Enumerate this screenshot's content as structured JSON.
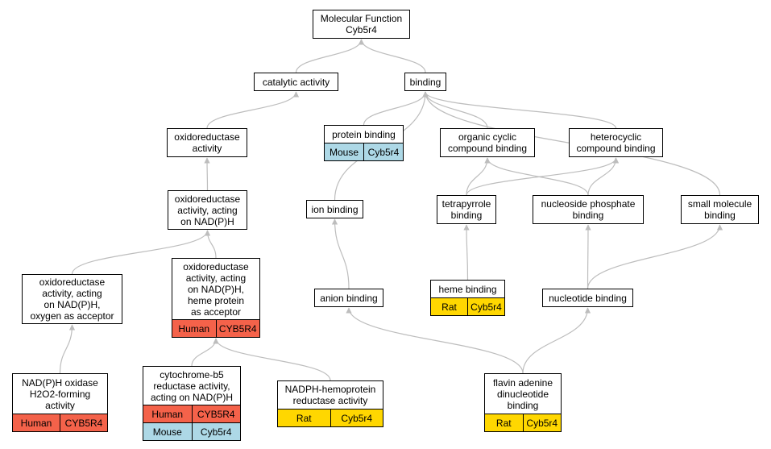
{
  "nodes": {
    "mf": {
      "label": "Molecular Function\nCyb5r4"
    },
    "catalytic": {
      "label": "catalytic activity"
    },
    "binding": {
      "label": "binding"
    },
    "oxidoreductase": {
      "label": "oxidoreductase\nactivity"
    },
    "protein_binding": {
      "label": "protein binding",
      "annotations": [
        {
          "species": "Mouse",
          "gene": "Cyb5r4",
          "color": "#add8e6"
        }
      ]
    },
    "organic_cyclic": {
      "label": "organic cyclic\ncompound binding"
    },
    "heterocyclic": {
      "label": "heterocyclic\ncompound binding"
    },
    "ox_nadph": {
      "label": "oxidoreductase\nactivity, acting\non NAD(P)H"
    },
    "ion_binding": {
      "label": "ion binding"
    },
    "tetrapyrrole": {
      "label": "tetrapyrrole\nbinding"
    },
    "nucleoside_phosphate": {
      "label": "nucleoside phosphate\nbinding"
    },
    "small_molecule": {
      "label": "small molecule\nbinding"
    },
    "ox_oxygen": {
      "label": "oxidoreductase\nactivity, acting\non NAD(P)H,\noxygen as acceptor"
    },
    "ox_heme": {
      "label": "oxidoreductase\nactivity, acting\non NAD(P)H,\nheme protein\nas acceptor",
      "annotations": [
        {
          "species": "Human",
          "gene": "CYB5R4",
          "color": "#f4624a"
        }
      ]
    },
    "anion_binding": {
      "label": "anion binding"
    },
    "heme_binding": {
      "label": "heme binding",
      "annotations": [
        {
          "species": "Rat",
          "gene": "Cyb5r4",
          "color": "#ffd700"
        }
      ]
    },
    "nucleotide_binding": {
      "label": "nucleotide binding"
    },
    "nadph_oxidase": {
      "label": "NAD(P)H oxidase\nH2O2-forming\nactivity",
      "annotations": [
        {
          "species": "Human",
          "gene": "CYB5R4",
          "color": "#f4624a"
        }
      ]
    },
    "cyt_b5": {
      "label": "cytochrome-b5\nreductase activity,\nacting on NAD(P)H",
      "annotations": [
        {
          "species": "Human",
          "gene": "CYB5R4",
          "color": "#f4624a"
        },
        {
          "species": "Mouse",
          "gene": "Cyb5r4",
          "color": "#add8e6"
        }
      ]
    },
    "nadph_hemoprotein": {
      "label": "NADPH-hemoprotein\nreductase activity",
      "annotations": [
        {
          "species": "Rat",
          "gene": "Cyb5r4",
          "color": "#ffd700"
        }
      ]
    },
    "fad_binding": {
      "label": "flavin adenine\ndinucleotide\nbinding",
      "annotations": [
        {
          "species": "Rat",
          "gene": "Cyb5r4",
          "color": "#ffd700"
        }
      ]
    }
  },
  "edges": [
    [
      "catalytic",
      "mf"
    ],
    [
      "binding",
      "mf"
    ],
    [
      "oxidoreductase",
      "catalytic"
    ],
    [
      "protein_binding",
      "binding"
    ],
    [
      "organic_cyclic",
      "binding"
    ],
    [
      "heterocyclic",
      "binding"
    ],
    [
      "ion_binding",
      "binding"
    ],
    [
      "small_molecule",
      "binding"
    ],
    [
      "ox_nadph",
      "oxidoreductase"
    ],
    [
      "tetrapyrrole",
      "organic_cyclic"
    ],
    [
      "tetrapyrrole",
      "heterocyclic"
    ],
    [
      "nucleoside_phosphate",
      "organic_cyclic"
    ],
    [
      "nucleoside_phosphate",
      "heterocyclic"
    ],
    [
      "ox_oxygen",
      "ox_nadph"
    ],
    [
      "ox_heme",
      "ox_nadph"
    ],
    [
      "anion_binding",
      "ion_binding"
    ],
    [
      "heme_binding",
      "tetrapyrrole"
    ],
    [
      "nucleotide_binding",
      "nucleoside_phosphate"
    ],
    [
      "nucleotide_binding",
      "small_molecule"
    ],
    [
      "nadph_oxidase",
      "ox_oxygen"
    ],
    [
      "cyt_b5",
      "ox_heme"
    ],
    [
      "nadph_hemoprotein",
      "ox_heme"
    ],
    [
      "fad_binding",
      "anion_binding"
    ],
    [
      "fad_binding",
      "nucleotide_binding"
    ]
  ],
  "edge_color": "#bdbdbd"
}
